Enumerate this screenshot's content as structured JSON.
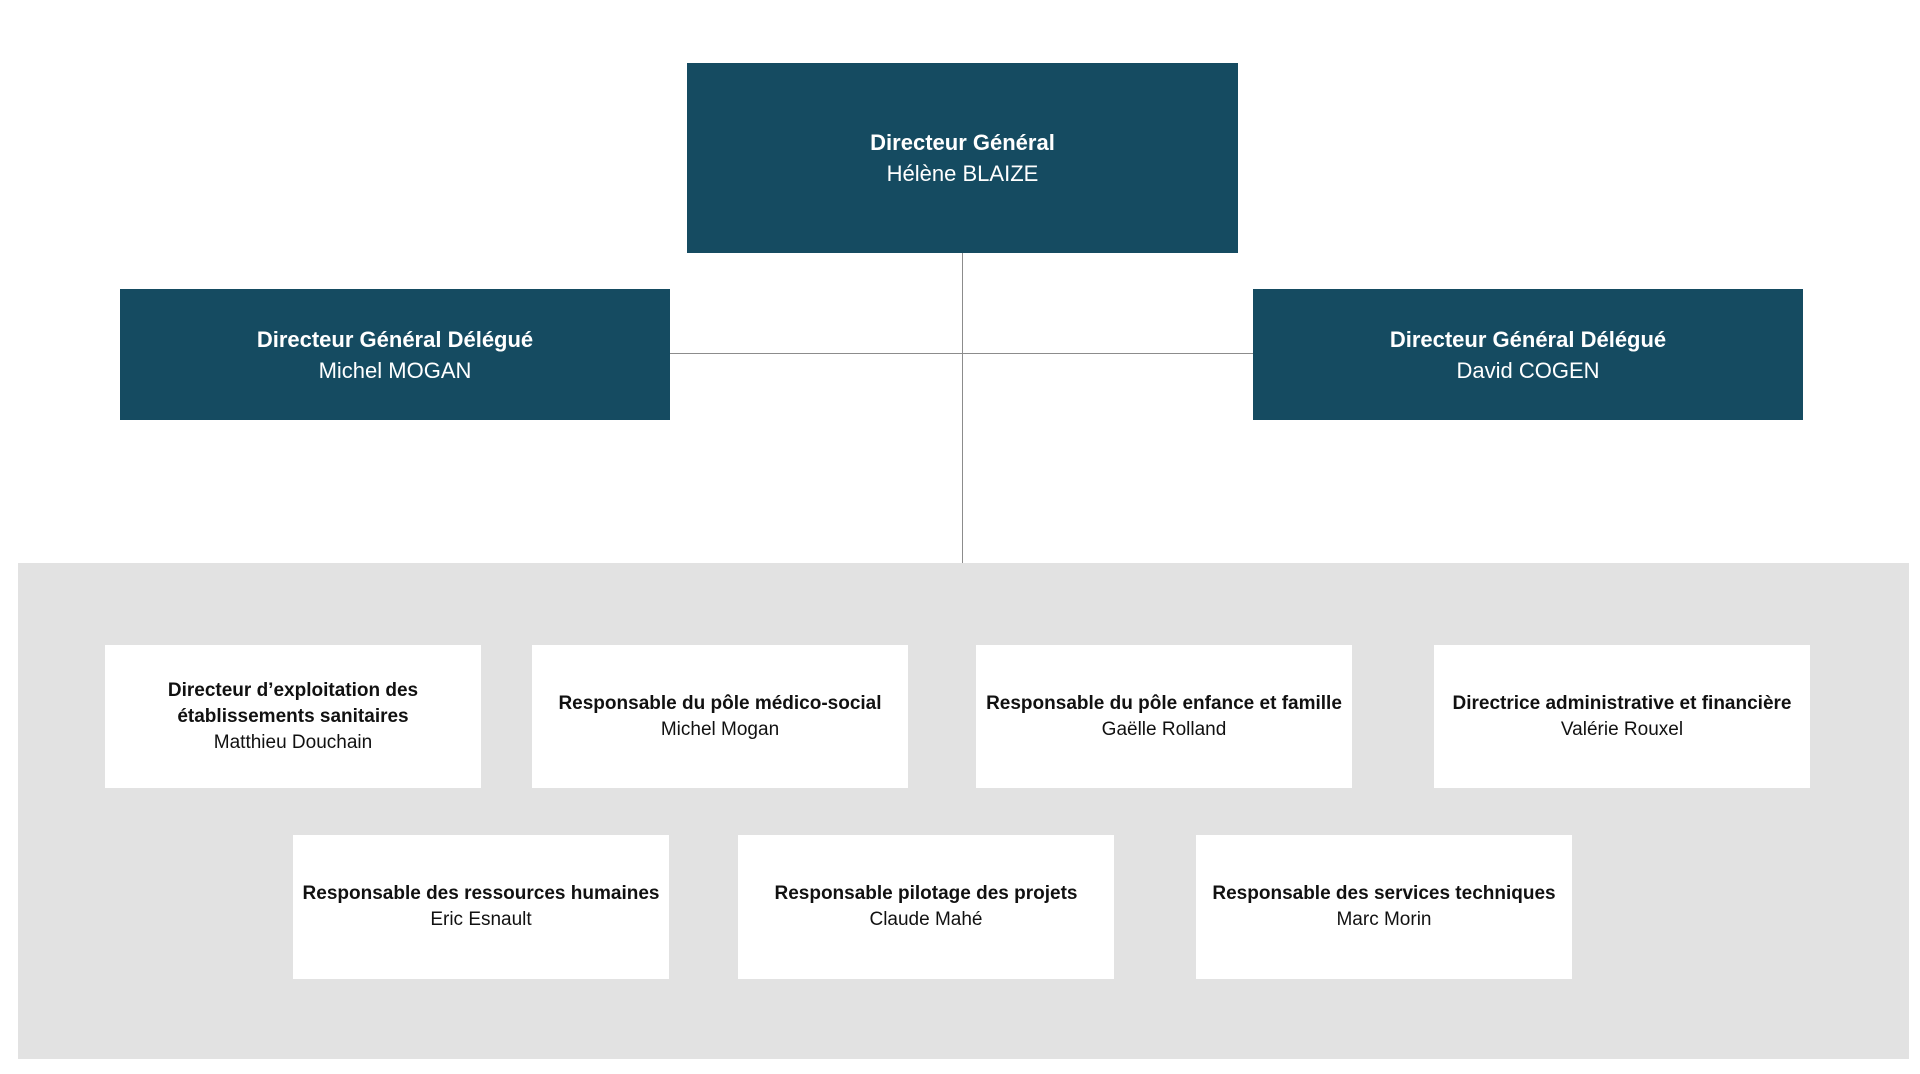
{
  "top": {
    "title": "Directeur Général",
    "name": "Hélène BLAIZE"
  },
  "deputies": [
    {
      "title": "Directeur Général Délégué",
      "name": "Michel MOGAN"
    },
    {
      "title": "Directeur Général Délégué",
      "name": "David COGEN"
    }
  ],
  "managers": [
    {
      "title": "Directeur d’exploitation des établissements sanitaires",
      "name": "Matthieu Douchain"
    },
    {
      "title": "Responsable du pôle médico-social",
      "name": "Michel Mogan"
    },
    {
      "title": "Responsable du pôle enfance et famille",
      "name": "Gaëlle Rolland"
    },
    {
      "title": "Directrice administrative et financière",
      "name": "Valérie Rouxel"
    },
    {
      "title": "Responsable des ressources humaines",
      "name": "Eric Esnault"
    },
    {
      "title": "Responsable pilotage des projets",
      "name": "Claude Mahé"
    },
    {
      "title": "Responsable des services techniques",
      "name": "Marc Morin"
    }
  ],
  "colors": {
    "dark_box": "#154b61",
    "panel": "#e2e2e2",
    "connector": "#8c8c8c"
  }
}
